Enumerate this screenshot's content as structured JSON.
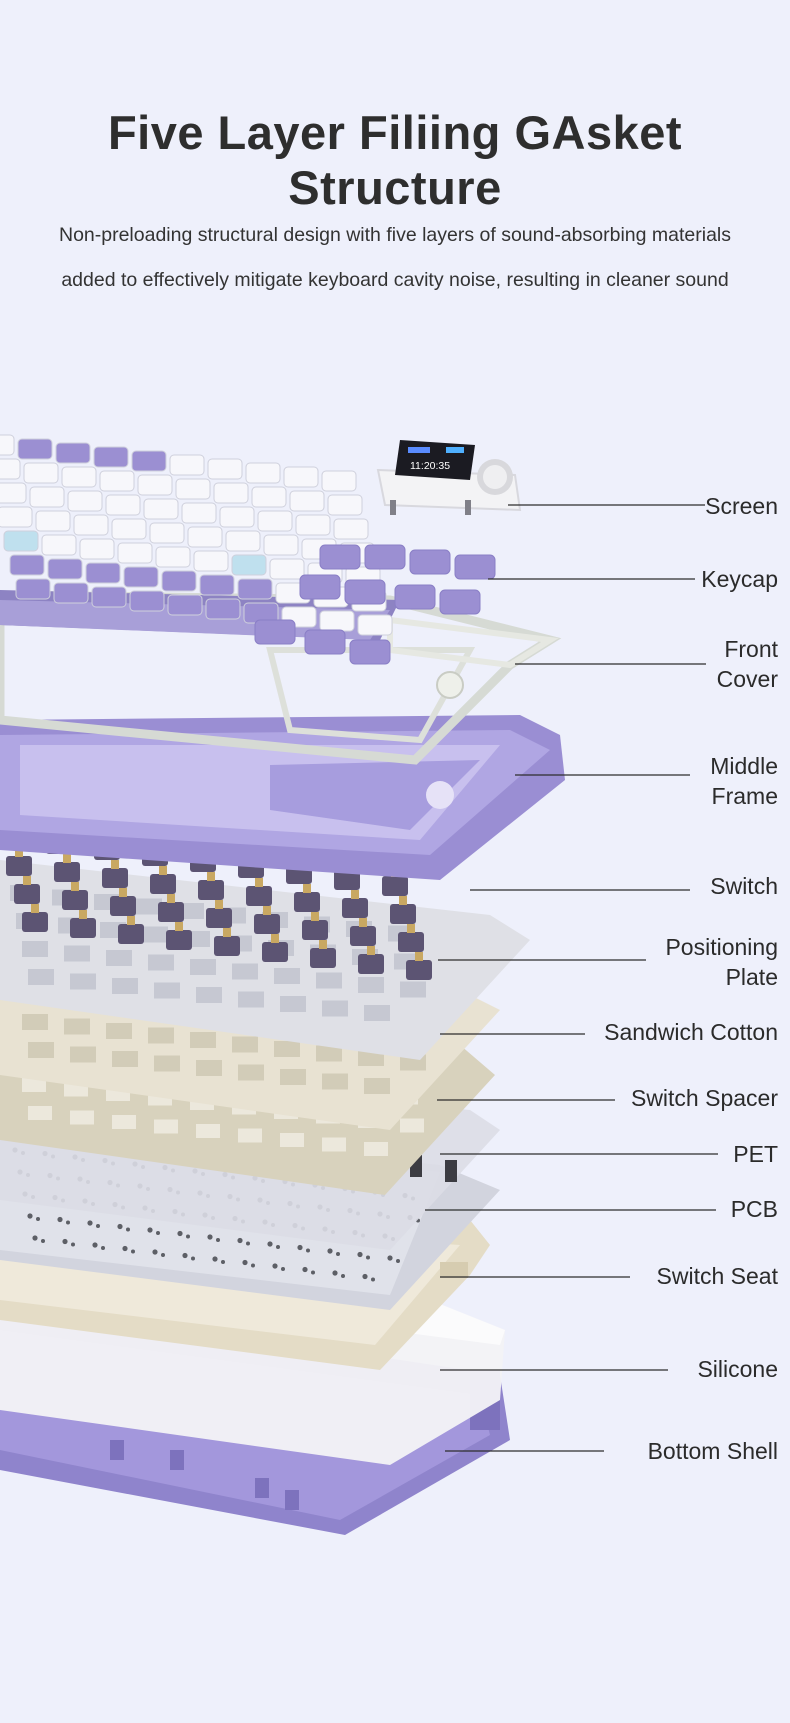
{
  "title": "Five Layer Filiing GAsket Structure",
  "subtitle_line1": "Non-preloading structural design with five layers of sound-absorbing materials",
  "subtitle_line2": "added to effectively mitigate keyboard cavity noise, resulting in cleaner sound",
  "screen_time": "11:20:35",
  "colors": {
    "background": "#eef0fb",
    "purple": "#9b8fd2",
    "purple_dark": "#7b70b8",
    "white_key": "#f7f7fb",
    "blue_key": "#bfe0ee",
    "cream": "#ece6d6",
    "silicone": "#f1f2f4"
  },
  "labels": {
    "screen": "Screen",
    "keycap": "Keycap",
    "front_cover_1": "Front",
    "front_cover_2": "Cover",
    "middle_frame_1": "Middle",
    "middle_frame_2": "Frame",
    "switch": "Switch",
    "positioning_plate_1": "Positioning",
    "positioning_plate_2": "Plate",
    "sandwich_cotton": "Sandwich Cotton",
    "switch_spacer": "Switch Spacer",
    "pet": "PET",
    "pcb": "PCB",
    "switch_seat": "Switch Seat",
    "silicone": "Silicone",
    "bottom_shell": "Bottom Shell"
  }
}
